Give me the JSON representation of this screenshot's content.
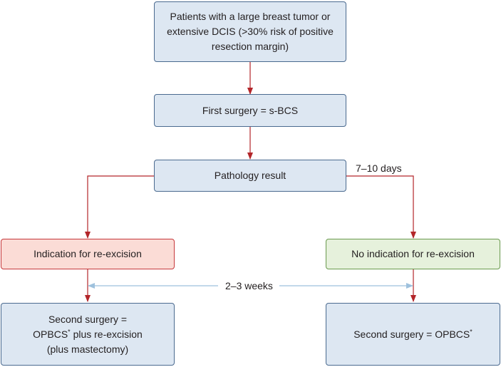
{
  "colors": {
    "arrow_red": "#b3262a",
    "arrow_blue": "#9ec1dd",
    "box_blue_fill": "#dde7f2",
    "box_red_fill": "#fbdcd6",
    "box_green_fill": "#e6f1dc"
  },
  "boxes": {
    "start": {
      "line1": "Patients with a large breast tumor or",
      "line2": "extensive DCIS (>30% risk of positive",
      "line3": "resection margin)"
    },
    "first_surgery": "First surgery = s-BCS",
    "pathology": "Pathology result",
    "indication": "Indication for re-excision",
    "no_indication": "No indication for re-excision",
    "second_left": {
      "line1": "Second surgery =",
      "line2_main": "OPBCS",
      "line2_sup": "*",
      "line2_rest": " plus re-excision",
      "line3": "(plus mastectomy)"
    },
    "second_right": {
      "main": "Second surgery = OPBCS",
      "sup": "*"
    }
  },
  "labels": {
    "days": "7–10 days",
    "weeks": "2–3 weeks"
  }
}
